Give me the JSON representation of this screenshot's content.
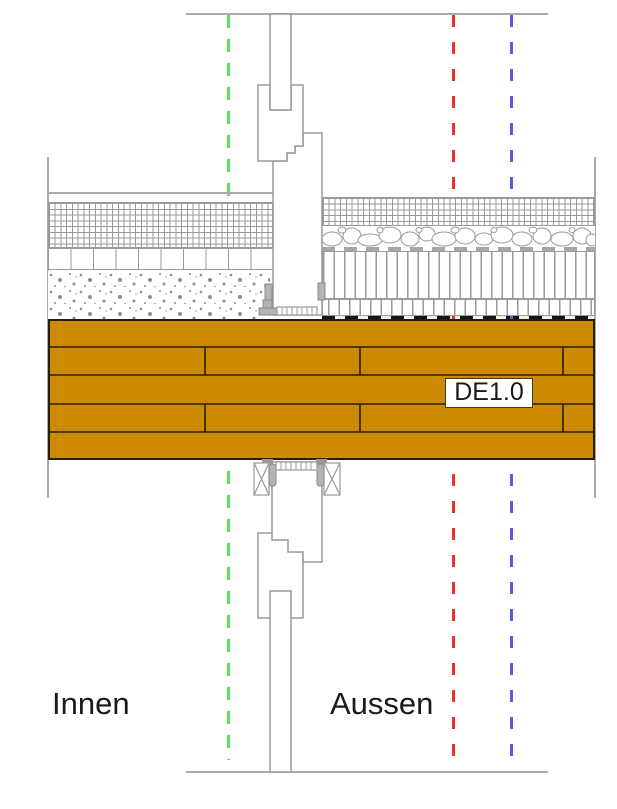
{
  "drawing": {
    "component_label": "DE1.0",
    "inside_label": "Innen",
    "outside_label": "Aussen"
  },
  "colors": {
    "wood": "#cc8a00",
    "wood_line": "#2a1d00",
    "outline_gray": "#9a9a9a",
    "seal_gray": "#b3b3b3",
    "membrane": "#141414",
    "guide_green": "#5fe35f",
    "guide_red": "#ee3030",
    "guide_blue": "#5a5adf",
    "text": "#1a1a1a"
  }
}
